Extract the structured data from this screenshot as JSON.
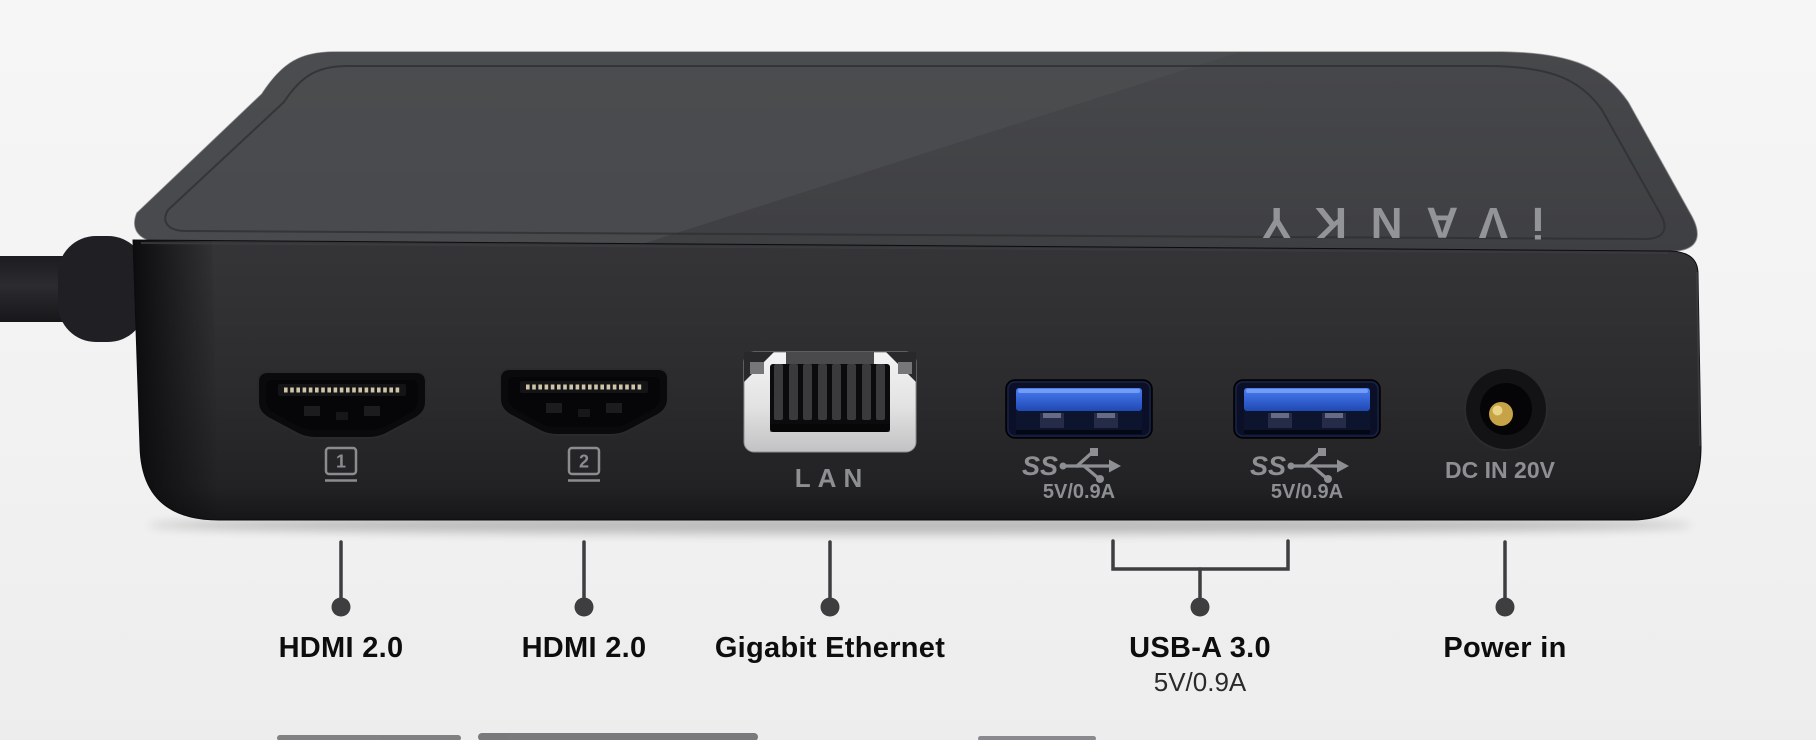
{
  "device": {
    "brand": {
      "text": "iVANKY"
    },
    "ports": {
      "hdmi1": {
        "badge": "1"
      },
      "hdmi2": {
        "badge": "2"
      },
      "lan": {
        "engraving": "LAN"
      },
      "usb1": {
        "speed_mark": "SS",
        "power_mark": "5V/0.9A"
      },
      "usb2": {
        "speed_mark": "SS",
        "power_mark": "5V/0.9A"
      },
      "dc": {
        "engraving": "DC IN 20V"
      }
    }
  },
  "callouts": {
    "items": [
      {
        "id": "hdmi-1",
        "label": "HDMI 2.0"
      },
      {
        "id": "hdmi-2",
        "label": "HDMI 2.0"
      },
      {
        "id": "ethernet",
        "label": "Gigabit Ethernet"
      },
      {
        "id": "usb-a",
        "label": "USB-A 3.0",
        "sublabel": "5V/0.9A"
      },
      {
        "id": "power",
        "label": "Power in"
      }
    ]
  },
  "colors": {
    "background": "#f2f2f2",
    "device_top_face": "#45464a",
    "device_front_face": "#2b2b2d",
    "usb_blue": "#2f5fd0",
    "engraving_gray": "#8d8f92",
    "callout_ink": "#3e3e40",
    "label_ink": "#0d0d0d",
    "dc_pin_gold": "#c7a348",
    "brand_logo_gray": "#97999c"
  }
}
